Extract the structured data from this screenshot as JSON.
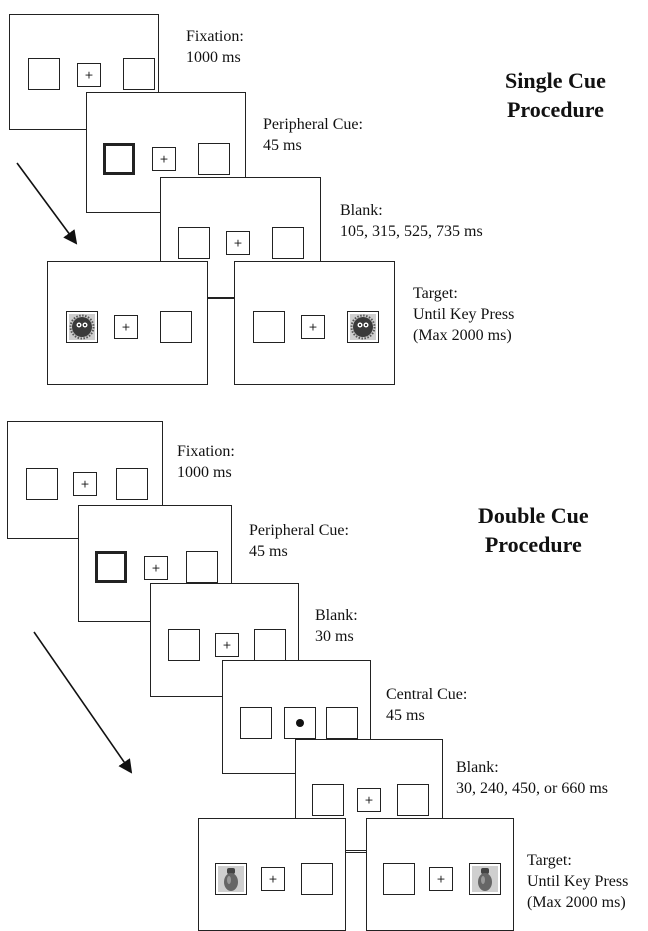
{
  "single": {
    "title_line1": "Single Cue",
    "title_line2": "Procedure",
    "fixation": {
      "label": "Fixation:",
      "time": "1000 ms"
    },
    "peripheral_cue": {
      "label": "Peripheral Cue:",
      "time": "45 ms"
    },
    "blank": {
      "label": "Blank:",
      "time": "105, 315, 525, 735 ms"
    },
    "target": {
      "label": "Target:",
      "line2": "Until Key Press",
      "line3": "(Max 2000 ms)"
    }
  },
  "double": {
    "title_line1": "Double Cue",
    "title_line2": "Procedure",
    "fixation": {
      "label": "Fixation:",
      "time": "1000 ms"
    },
    "peripheral_cue": {
      "label": "Peripheral Cue:",
      "time": "45 ms"
    },
    "blank1": {
      "label": "Blank:",
      "time": "30 ms"
    },
    "central_cue": {
      "label": "Central Cue:",
      "time": "45 ms"
    },
    "blank2": {
      "label": "Blank:",
      "time": "30, 240, 450, or 660 ms"
    },
    "target": {
      "label": "Target:",
      "line2": "Until Key Press",
      "line3": "(Max 2000 ms)"
    }
  },
  "fixation_symbol": "+",
  "icons": {
    "arrow": "diagonal-arrow-icon",
    "target_single": "fuzzy-ball-icon",
    "target_double": "bottle-icon"
  },
  "colors": {
    "ink": "#222222",
    "target_bg": "#cfcfcf"
  }
}
